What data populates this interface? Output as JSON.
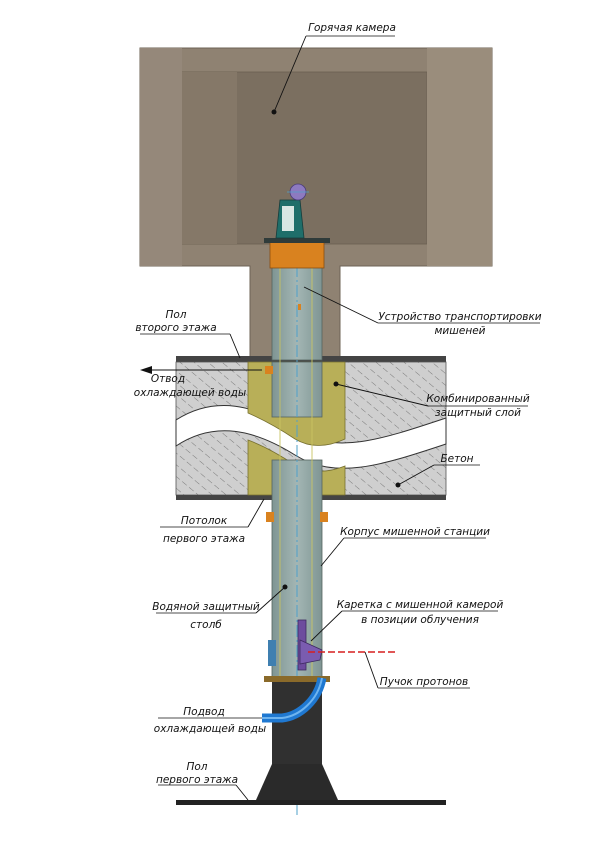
{
  "labels": {
    "hot_cell": "Горячая камера",
    "transport_device_1": "Устройство транспортировки",
    "transport_device_2": "мишеней",
    "second_floor_1": "Пол",
    "second_floor_2": "второго этажа",
    "water_outlet_1": "Отвод",
    "water_outlet_2": "охлаждающей воды",
    "combined_shield_1": "Комбинированный",
    "combined_shield_2": "защитный слой",
    "concrete": "Бетон",
    "ceiling_1": "Потолок",
    "ceiling_2": "первого этажа",
    "station_housing": "Корпус мишенной станции",
    "water_column_1": "Водяной защитный",
    "water_column_2": "столб",
    "carriage_1": "Каретка с мишенной камерой",
    "carriage_2": "в позиции облучения",
    "proton_beam": "Пучок протонов",
    "water_inlet_1": "Подвод",
    "water_inlet_2": "охлаждающей воды",
    "first_floor_1": "Пол",
    "first_floor_2": "первого этажа"
  },
  "colors": {
    "hot_cell_outer": "#8f8272",
    "hot_cell_inner": "#7d7161",
    "concrete": "#c9c9c9",
    "shield_layer": "#b9b05a",
    "water_column": "#8fa3a1",
    "orange_ring": "#d9821f",
    "base": "#2f2f2f",
    "pipe": "#1f78d1",
    "beam": "#d61f1f"
  },
  "icons": {
    "carriage": "target-carriage-icon",
    "top_cap": "transport-head-icon"
  }
}
